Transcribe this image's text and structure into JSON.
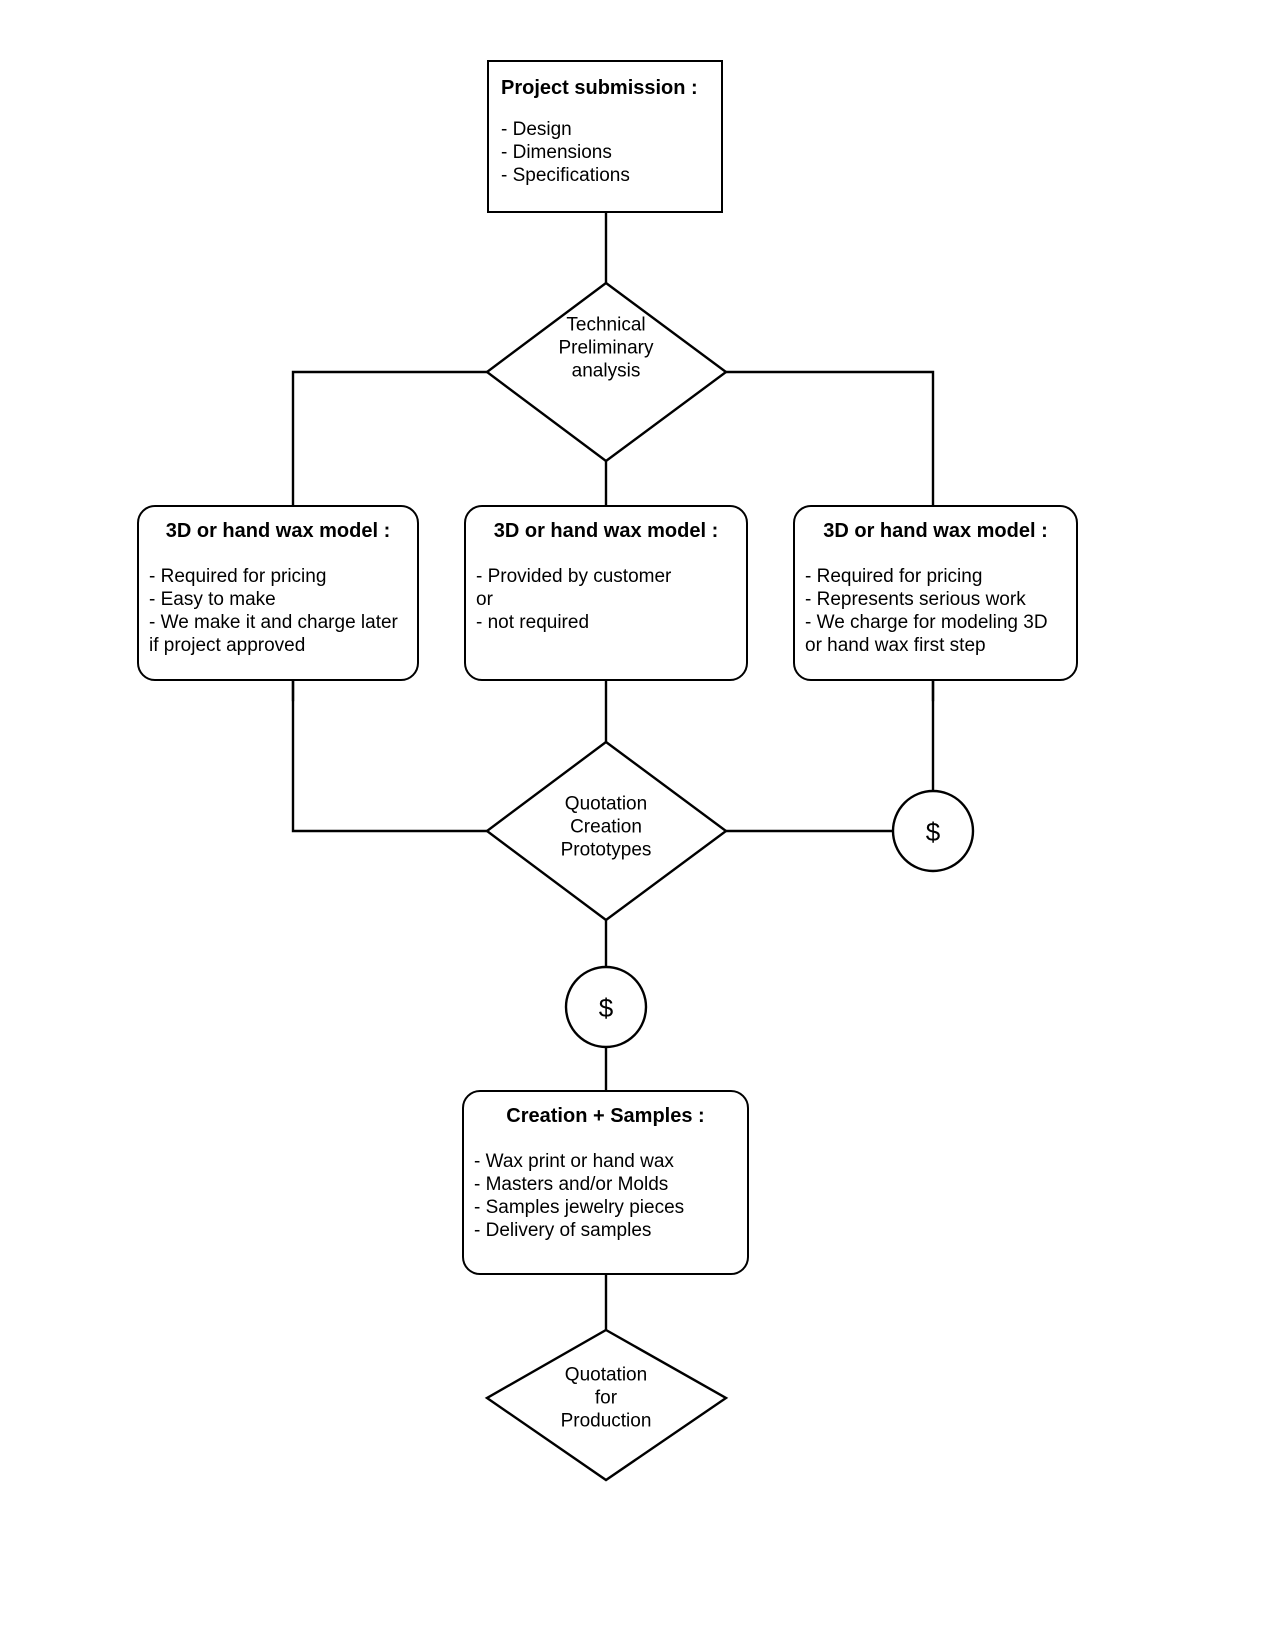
{
  "diagram": {
    "title": "Jewelry project workflow flowchart",
    "stroke_color": "#000000",
    "background_color": "#ffffff",
    "nodes": {
      "project_submission": {
        "shape": "rectangle",
        "title": "Project submission :",
        "body": "- Design\n- Dimensions\n- Specifications"
      },
      "technical_analysis": {
        "shape": "diamond",
        "label": "Technical\nPreliminary\nanalysis"
      },
      "model_left": {
        "shape": "rounded-rectangle",
        "title": "3D or  hand wax model :",
        "body": "- Required for pricing\n- Easy to make\n- We make it and charge later\nif project approved"
      },
      "model_middle": {
        "shape": "rounded-rectangle",
        "title": "3D or  hand wax model :",
        "body": "- Provided by customer\nor\n- not required"
      },
      "model_right": {
        "shape": "rounded-rectangle",
        "title": "3D or  hand wax model :",
        "body": "- Required for pricing\n- Represents serious work\n- We charge for modeling 3D\nor hand wax first step"
      },
      "quotation_creation": {
        "shape": "diamond",
        "label": "Quotation\nCreation\nPrototypes"
      },
      "payment_right": {
        "shape": "circle",
        "label": "$"
      },
      "payment_center": {
        "shape": "circle",
        "label": "$"
      },
      "creation_samples": {
        "shape": "rounded-rectangle",
        "title": "Creation + Samples :",
        "body": "- Wax print or hand wax\n- Masters and/or Molds\n- Samples jewelry pieces\n- Delivery of samples"
      },
      "quotation_production": {
        "shape": "diamond",
        "label": "Quotation\nfor\nProduction"
      }
    }
  }
}
